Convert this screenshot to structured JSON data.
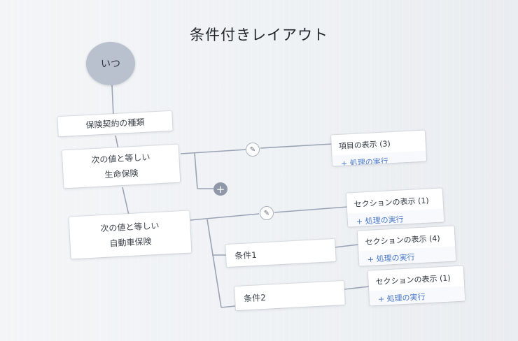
{
  "title": "条件付きレイアウト",
  "when_node": {
    "label": "いつ"
  },
  "field_card": {
    "label": "保険契約の種類"
  },
  "condition_cards": [
    {
      "line1": "次の値と等しい",
      "line2": "生命保険"
    },
    {
      "line1": "次の値と等しい",
      "line2": "自動車保険"
    }
  ],
  "sub_conditions": [
    {
      "label": "条件1"
    },
    {
      "label": "条件2"
    }
  ],
  "action_cards": [
    {
      "title": "項目の表示 (3)",
      "action": "+ 処理の実行"
    },
    {
      "title": "セクションの表示 (1)",
      "action": "+ 処理の実行"
    },
    {
      "title": "セクションの表示 (4)",
      "action": "+ 処理の実行"
    },
    {
      "title": "セクションの表示 (1)",
      "action": "+ 処理の実行"
    }
  ],
  "icons": {
    "edit": "pencil-icon",
    "add": "plus-icon"
  },
  "colors": {
    "connector": "#9aa3b5",
    "action_link": "#4a78c8",
    "when_node": "#b9c0ce",
    "add_button": "#8f97a8"
  }
}
